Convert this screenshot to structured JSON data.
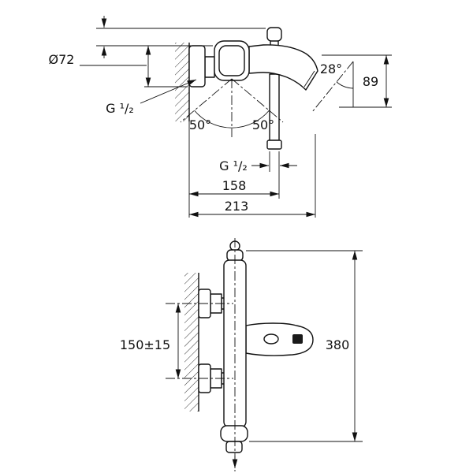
{
  "drawing": {
    "labels": {
      "top": {
        "escutcheon_diameter": "Ø72",
        "inlet_thread": "G ¹/₂",
        "spout_angle": "28°",
        "outlet_height": "89",
        "swivel_left": "50°",
        "swivel_right": "50°",
        "outlet_thread": "G ¹/₂",
        "outlet_distance": "158",
        "spout_reach": "213"
      },
      "bottom": {
        "mounting_distance": "150±15",
        "overall_height": "380"
      }
    },
    "colors": {
      "line": "#111111",
      "background": "#ffffff"
    }
  }
}
